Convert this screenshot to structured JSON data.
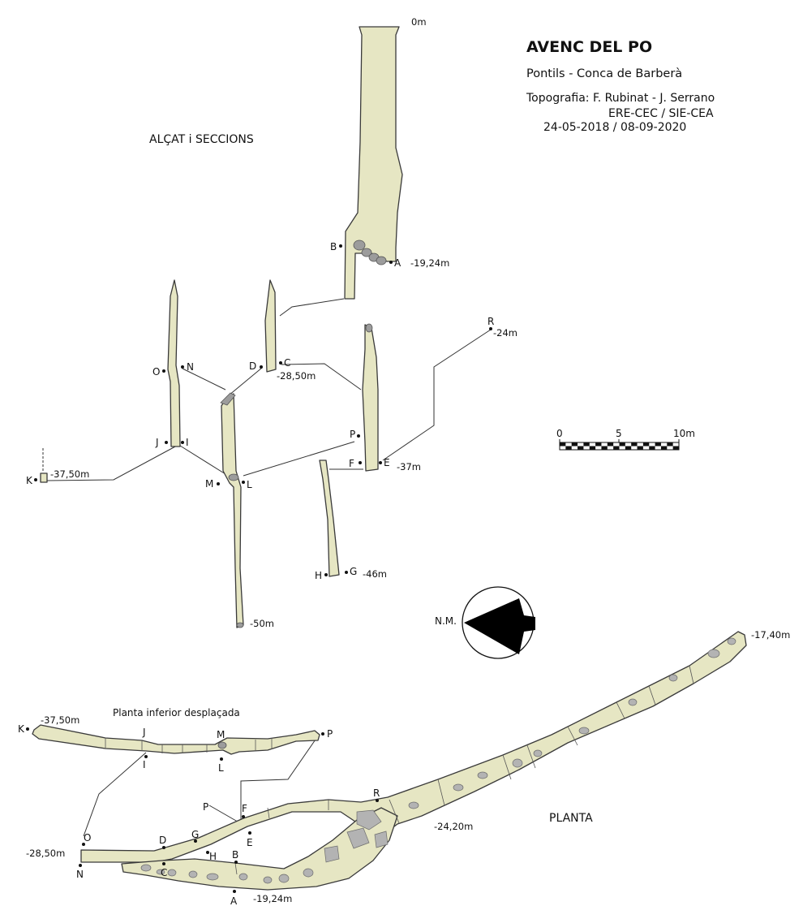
{
  "header": {
    "title": "AVENC DEL PO",
    "location": "Pontils  -  Conca de Barberà",
    "survey": "Topografia: F. Rubinat - J. Serrano",
    "groups": "ERE-CEC / SIE-CEA",
    "dates": "24-05-2018 / 08-09-2020"
  },
  "sections": {
    "elevation": "ALÇAT i SECCIONS",
    "plan": "PLANTA",
    "lower_plan": "Planta inferior desplaçada"
  },
  "scale_bar": {
    "labels": [
      "0",
      "5",
      "10m"
    ]
  },
  "north": {
    "label": "N.M."
  },
  "elevation_labels": {
    "top": "0m",
    "A": "A",
    "B": "B",
    "C": "C",
    "D": "D",
    "E": "E",
    "F": "F",
    "G": "G",
    "H": "H",
    "I": "I",
    "J": "J",
    "K": "K",
    "L": "L",
    "M": "M",
    "N": "N",
    "O": "O",
    "P": "P",
    "R": "R",
    "d_A": "-19,24m",
    "d_C": "-28,50m",
    "d_R": "-24m",
    "d_E": "-37m",
    "d_K": "-37,50m",
    "d_G": "-46m",
    "d_bottom": "-50m"
  },
  "plan_labels": {
    "A": "A",
    "B": "B",
    "C": "C",
    "D": "D",
    "E": "E",
    "F": "F",
    "G": "G",
    "H": "H",
    "I": "I",
    "J": "J",
    "K": "K",
    "L": "L",
    "M": "M",
    "N": "N",
    "O": "O",
    "P": "P",
    "R": "R",
    "P2": "P",
    "d_end": "-17,40m",
    "d_R": "-24,20m",
    "d_N": "-28,50m",
    "d_A": "-19,24m",
    "d_K": "-37,50m"
  },
  "colors": {
    "passage_fill": "#e6e6c3",
    "outline": "#3a3a3a",
    "boulder": "#9c9c9c"
  }
}
